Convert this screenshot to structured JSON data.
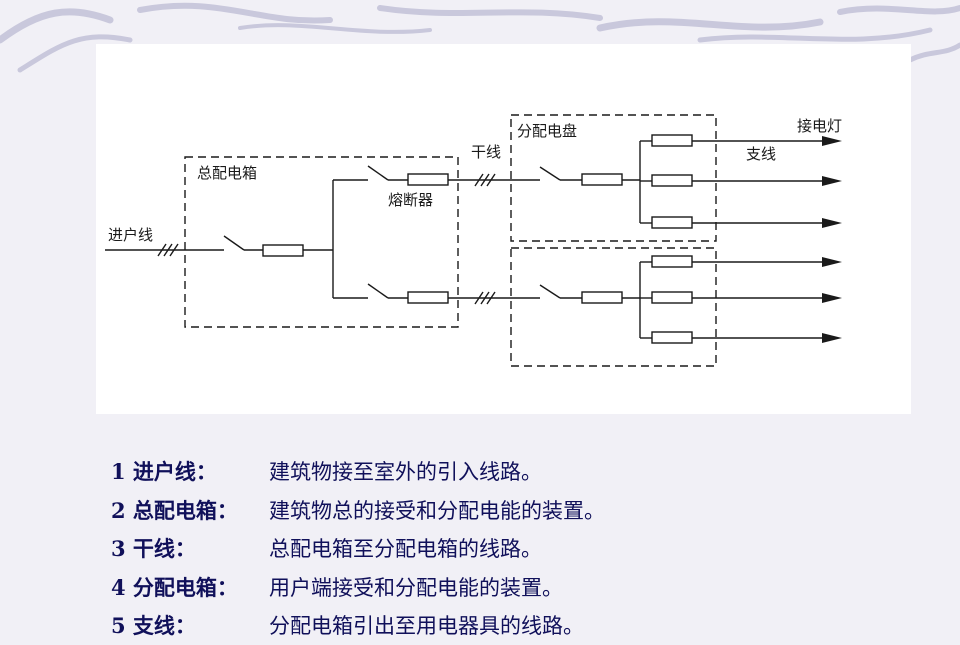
{
  "diagram": {
    "labels": {
      "incoming": "进户线",
      "main_box": "总配电箱",
      "fuse": "熔断器",
      "trunk": "干线",
      "dist_panel": "分配电盘",
      "to_lamp": "接电灯",
      "branch": "支线"
    }
  },
  "definitions": [
    {
      "term": "1 进户线：",
      "desc": "建筑物接至室外的引入线路。"
    },
    {
      "term": "2 总配电箱：",
      "desc": "建筑物总的接受和分配电能的装置。"
    },
    {
      "term": "3 干线：",
      "desc": "总配电箱至分配电箱的线路。"
    },
    {
      "term": "4 分配电箱：",
      "desc": "用户端接受和分配电能的装置。"
    },
    {
      "term": "5 支线：",
      "desc": "分配电箱引出至用电器具的线路。"
    }
  ],
  "colors": {
    "text": "#10105a",
    "background": "#f1f0f6",
    "wave": "#c9c8dc"
  }
}
